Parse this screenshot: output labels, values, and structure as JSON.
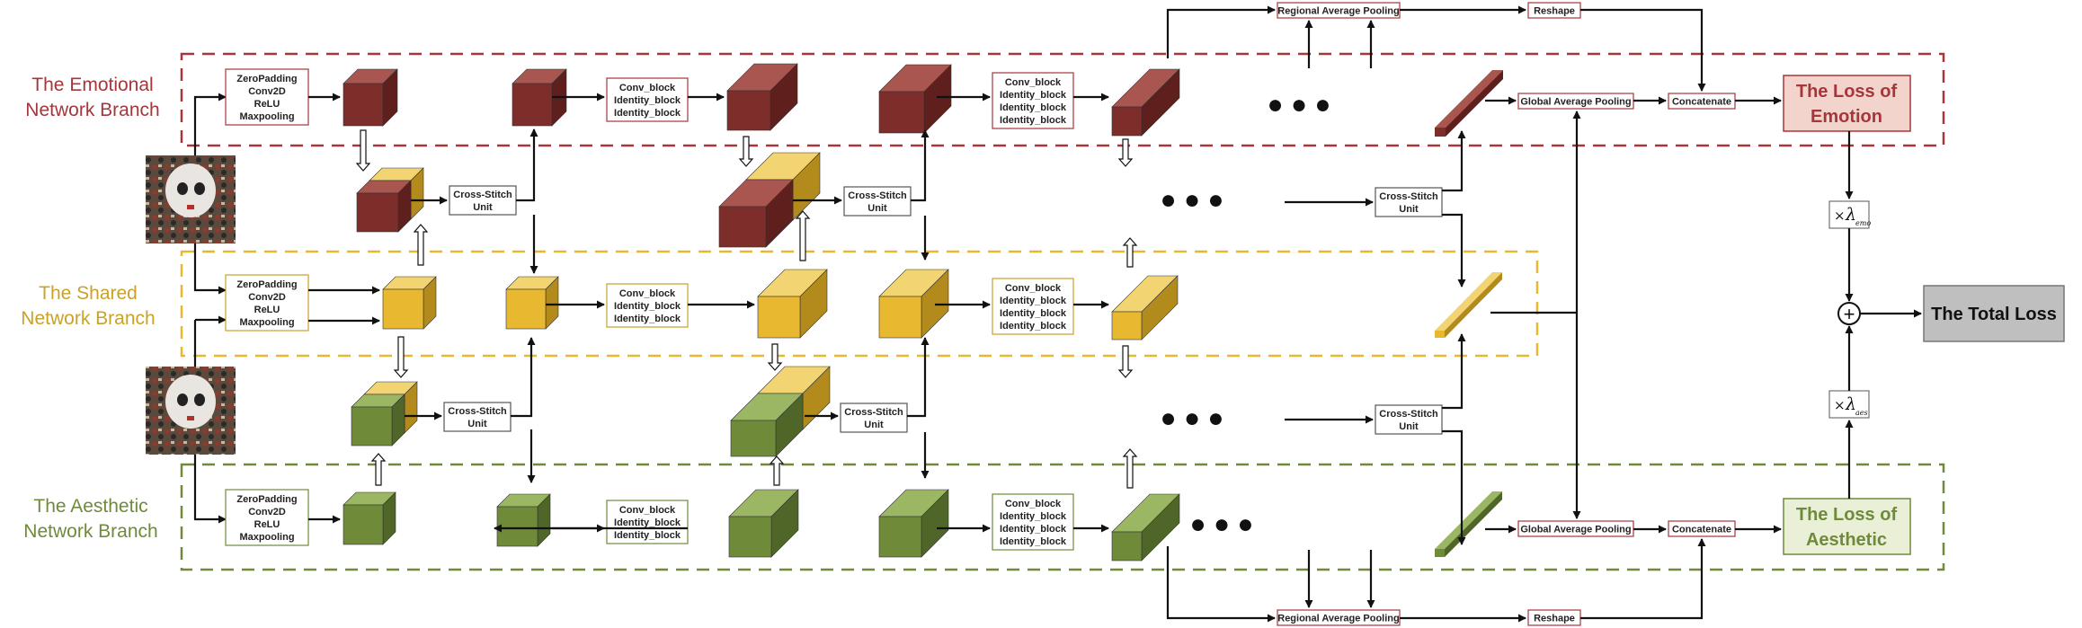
{
  "branches": {
    "emotional": {
      "line1": "The Emotional",
      "line2": "Network Branch",
      "color": "#a5363b"
    },
    "shared": {
      "line1": "The Shared",
      "line2": "Network Branch",
      "color": "#c9a227"
    },
    "aesthetic": {
      "line1": "The Aesthetic",
      "line2": "Network Branch",
      "color": "#6f8a3a"
    }
  },
  "stem_block": [
    "ZeroPadding",
    "Conv2D",
    "ReLU",
    "Maxpooling"
  ],
  "stage_block_3": [
    "Conv_block",
    "Identity_block",
    "Identity_block"
  ],
  "stage_block_4": [
    "Conv_block",
    "Identity_block",
    "Identity_block",
    "Identity_block"
  ],
  "cross_stitch": [
    "Cross-Stitch",
    "Unit"
  ],
  "ellipsis": "● ● ●",
  "regional_pooling": "Regional Average Pooling",
  "reshape": "Reshape",
  "global_pooling": "Global Average Pooling",
  "concatenate": "Concatenate",
  "loss_emotion": [
    "The Loss of",
    "Emotion"
  ],
  "loss_aesthetic": [
    "The Loss of",
    "Aesthetic"
  ],
  "total_loss": "The Total Loss",
  "weight_emo": {
    "prefix": "×",
    "symbol": "λ",
    "sub": "emo"
  },
  "weight_aes": {
    "prefix": "×",
    "symbol": "λ",
    "sub": "aes"
  },
  "plus": "+",
  "colors": {
    "emotion_front": "#7d2d2a",
    "emotion_top": "#a95550",
    "emotion_side": "#5e1f1d",
    "shared_front": "#e8b930",
    "shared_top": "#f2d572",
    "shared_side": "#b38a1c",
    "aes_front": "#6f8b3a",
    "aes_top": "#9cb764",
    "aes_side": "#4f6628",
    "loss_emotion_bg": "#f2d4cc",
    "loss_aesthetic_bg": "#eaf0d8",
    "total_bg": "#bfbfbf"
  }
}
